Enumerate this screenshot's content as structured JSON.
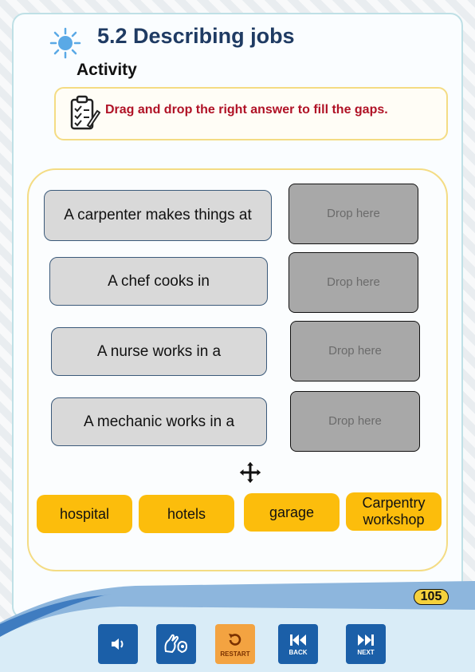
{
  "header": {
    "title": "5.2 Describing jobs",
    "subtitle": "Activity",
    "icon": "sun-icon"
  },
  "instruction": {
    "text": "Drag and drop the right answer to fill the gaps.",
    "icon": "clipboard-checklist-icon"
  },
  "sentences": [
    {
      "text": "A carpenter makes things at",
      "drop": "Drop here"
    },
    {
      "text": "A chef cooks in",
      "drop": "Drop here"
    },
    {
      "text": "A nurse works in a",
      "drop": "Drop here"
    },
    {
      "text": "A mechanic works in a",
      "drop": "Drop here"
    }
  ],
  "options": [
    "hospital",
    "hotels",
    "garage",
    "Carpentry workshop"
  ],
  "page_number": "105",
  "nav": {
    "audio_icon": "speaker-icon",
    "sign_icon": "sign-language-icon",
    "restart_label": "RESTART",
    "back_label": "BACK",
    "next_label": "NEXT"
  },
  "colors": {
    "title": "#1f3b63",
    "instruction": "#b01226",
    "option_bg": "#fcbd0c",
    "drop_bg": "#a8a8a8",
    "nav_blue": "#1b5fa8",
    "restart_orange": "#f3a341"
  }
}
